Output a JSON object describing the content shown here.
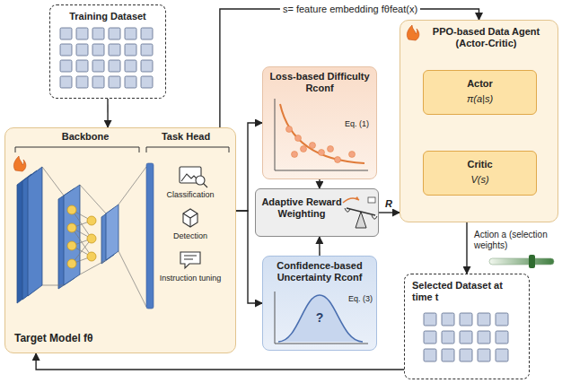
{
  "diagram": {
    "nodes": [
      {
        "text": [
          "Training Dataset"
        ]
      },
      {
        "text": [
          "Target Model fθ"
        ]
      },
      {
        "text": [
          "Loss-based Difficulty Rconf",
          "Eq. (1)"
        ]
      },
      {
        "text": [
          "Adaptive Reward Weighting"
        ]
      },
      {
        "text": [
          "Confidence-based Uncertainty Rconf",
          "Eq. (3)"
        ]
      },
      {
        "text": [
          "PPO-based Data Agent (Actor-Critic)"
        ]
      },
      {
        "text": [
          "Actor",
          "π(a|s)"
        ],
        "in": 5
      },
      {
        "text": [
          "Critic",
          "V(s)"
        ],
        "in": 5
      },
      {
        "text": [
          "Selected Dataset at time t"
        ]
      }
    ],
    "edges": [
      {
        "from": 0,
        "to": 1,
        "arrow": "to"
      },
      {
        "from": 1,
        "to": 5,
        "label": "s= feature embedding fθfeat(x)",
        "arrow": "to"
      },
      {
        "from": 1,
        "to": 2,
        "arrow": "to"
      },
      {
        "from": 1,
        "to": 4,
        "arrow": "to"
      },
      {
        "from": 2,
        "to": 3,
        "arrow": "to"
      },
      {
        "from": 4,
        "to": 3,
        "arrow": "to"
      },
      {
        "from": 3,
        "to": 5,
        "label": "R",
        "arrow": "to"
      },
      {
        "from": 6,
        "to": 7,
        "arrow": "both"
      },
      {
        "from": 5,
        "to": 8,
        "arrow": "to"
      },
      {
        "from": 8,
        "to": 1,
        "arrow": "to"
      }
    ],
    "labels": [
      "Backbone",
      "Task Head",
      "Classification",
      "Detection",
      "Instruction tuning",
      "?",
      "Action a (selection weights)"
    ]
  }
}
